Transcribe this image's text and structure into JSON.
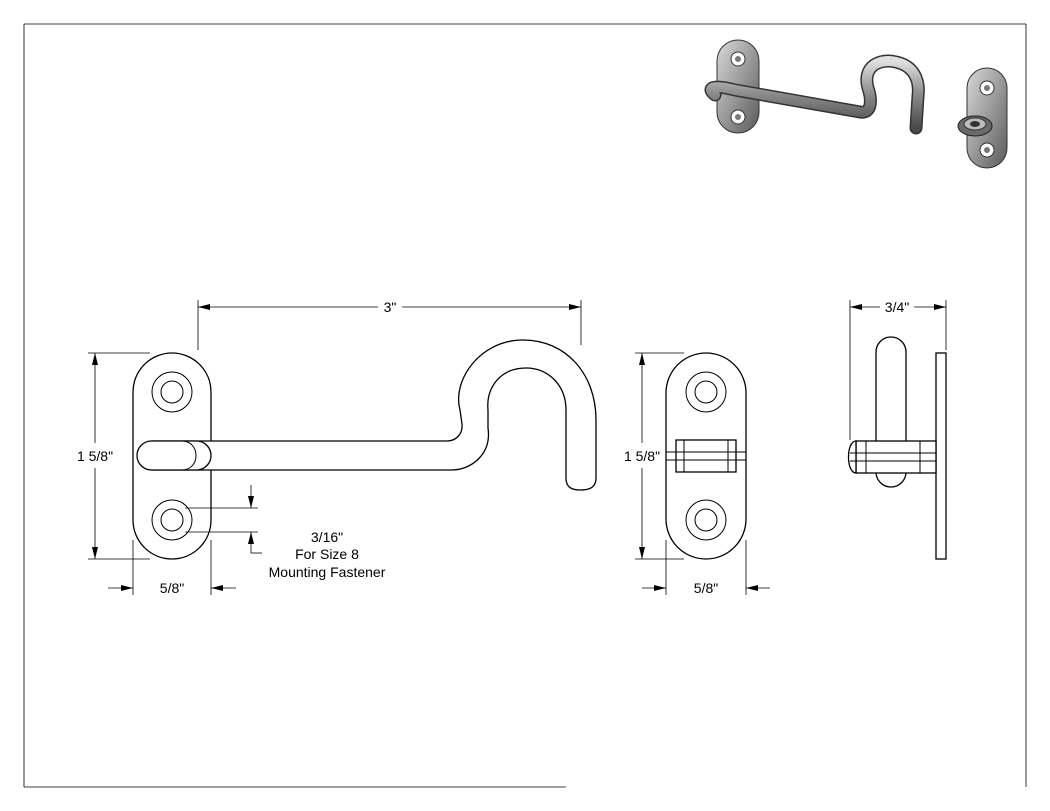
{
  "dimensions": {
    "hook_length": "3\"",
    "plate_height_left": "1 5/8\"",
    "plate_width_left": "5/8\"",
    "hole_size": "3/16\"",
    "fastener_line1": "For Size 8",
    "fastener_line2": "Mounting Fastener",
    "plate_height_right": "1 5/8\"",
    "plate_width_right": "5/8\"",
    "side_depth": "3/4\""
  },
  "colors": {
    "line": "#000000",
    "background": "#ffffff",
    "render_fill": "#8c8c8c"
  }
}
